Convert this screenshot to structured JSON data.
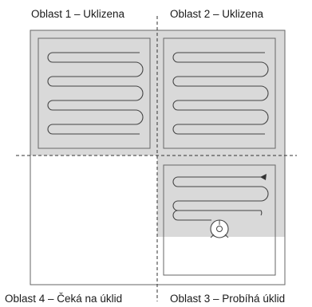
{
  "zones": [
    {
      "id": 1,
      "label": "Oblast 1 – Uklizena",
      "status": "cleaned"
    },
    {
      "id": 2,
      "label": "Oblast 2 – Uklizena",
      "status": "cleaned"
    },
    {
      "id": 3,
      "label": "Oblast 3 – Probíhá úklid",
      "status": "in-progress"
    },
    {
      "id": 4,
      "label": "Oblast 4 – Čeká na úklid",
      "status": "waiting"
    }
  ],
  "colors": {
    "cleaned_fill": "#d9d9d9",
    "outline": "#555555",
    "divider": "#333333",
    "path": "#444444"
  },
  "icons": {
    "robot": "robot-vacuum-icon",
    "direction": "arrow-icon"
  }
}
